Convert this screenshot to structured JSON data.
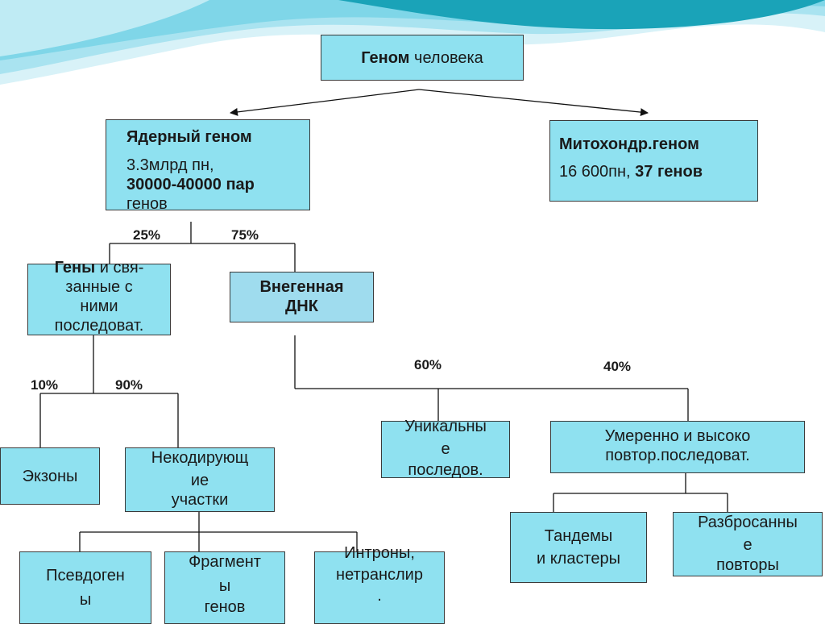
{
  "genome": {
    "title_bold": "Геном",
    "title_rest": " человека"
  },
  "nuclear": {
    "title": "Ядерный геном",
    "line1": "3.3млрд пн,",
    "line2": "30000-40000 пар",
    "line3": "генов"
  },
  "mito": {
    "title": "Митохондр.геном",
    "line1": "16 600пн, ",
    "line1_bold": "37 генов"
  },
  "pct": {
    "p25": "25%",
    "p75": "75%",
    "p10": "10%",
    "p90": "90%",
    "p60": "60%",
    "p40": "40%"
  },
  "genes": {
    "bold": "Гены",
    "rest1": " и свя-",
    "line2": "занные с",
    "line3": "ними",
    "line4": "последоват."
  },
  "extragenic": {
    "line1": "Внегенная",
    "line2": "ДНК"
  },
  "exons": "Экзоны",
  "noncoding": {
    "line1": "Некодирующ",
    "line2": "ие",
    "line3": "участки"
  },
  "unique": {
    "line1": "Уникальны",
    "line2": "е",
    "line3": "последов."
  },
  "repeats": {
    "line1": "Умеренно и высоко",
    "line2": "повтор.последоват."
  },
  "tandems": {
    "line1": "Тандемы",
    "line2": "и кластеры"
  },
  "scattered": {
    "line1": "Разбросанны",
    "line2": "е",
    "line3": "повторы"
  },
  "pseudo": {
    "line1": "Псевдоген",
    "line2": "ы"
  },
  "fragments": {
    "line1": "Фрагмент",
    "line2": "ы",
    "line3": "генов"
  },
  "introns": {
    "line1": "Интроны,",
    "line2": "нетранслир",
    "line3": "."
  },
  "colors": {
    "box_fill": "#8fe1f0",
    "box_border": "#3a3a3a",
    "wave_dark": "#1aa3b8",
    "wave_light": "#7fd6e8"
  }
}
